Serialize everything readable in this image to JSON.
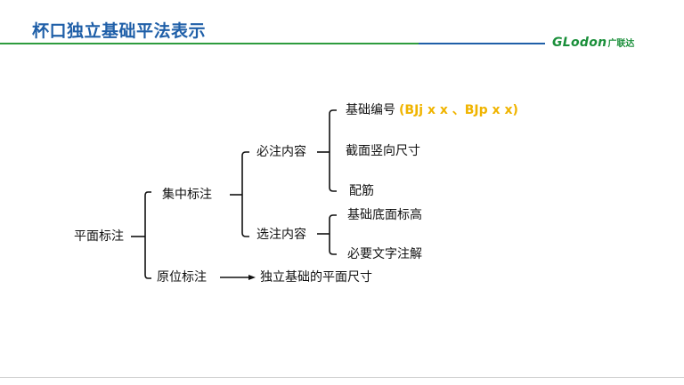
{
  "header": {
    "title": "杯口独立基础平法表示",
    "logo_latin": "GLodon",
    "logo_cn": "广联达"
  },
  "colors": {
    "title": "#1f5fa8",
    "rule_green": "#2e9c3e",
    "rule_blue": "#1f5fa8",
    "accent": "#f0b400",
    "text": "#111111"
  },
  "tree": {
    "root": "平面标注",
    "concentrated": "集中标注",
    "original": "原位标注",
    "required": "必注内容",
    "optional": "选注内容",
    "base_number": "基础编号",
    "base_number_codes": "(BJj x x 、BJp x x)",
    "section_size": "截面竖向尺寸",
    "reinforcement": "配筋",
    "bottom_elevation": "基础底面标高",
    "text_note": "必要文字注解",
    "plan_size": "独立基础的平面尺寸"
  }
}
